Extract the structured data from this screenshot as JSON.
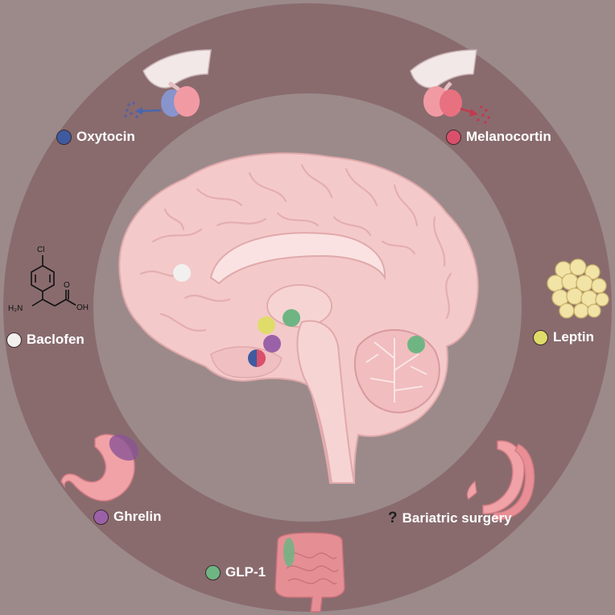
{
  "colors": {
    "background": "#9c8a8b",
    "ring": "#896b6e",
    "inner": "#9c8a8b",
    "oxytocin": "#3f5ba0",
    "melanocortin": "#d9506a",
    "baclofen": "#f2efef",
    "leptin": "#e0dc6a",
    "ghrelin": "#9b61a8",
    "glp1": "#6fb583",
    "brain": "#f4c9c9"
  },
  "labels": {
    "oxytocin": "Oxytocin",
    "melanocortin": "Melanocortin",
    "baclofen": "Baclofen",
    "leptin": "Leptin",
    "ghrelin": "Ghrelin",
    "glp1": "GLP-1",
    "bariatric": "Bariatric surgery",
    "bariatric_mark": "?"
  },
  "chemical": {
    "chlorine": "Cl",
    "amine": "H₂N",
    "hydroxyl": "OH",
    "oxygen": "O"
  },
  "icons": {
    "pituitary_left": "pituitary-icon",
    "pituitary_right": "pituitary-icon",
    "stomach": "stomach-icon",
    "intestine": "intestine-icon",
    "fat_cells": "adipose-icon",
    "bariatric_stomach": "sleeve-stomach-icon",
    "brain": "brain-sagittal-icon"
  }
}
